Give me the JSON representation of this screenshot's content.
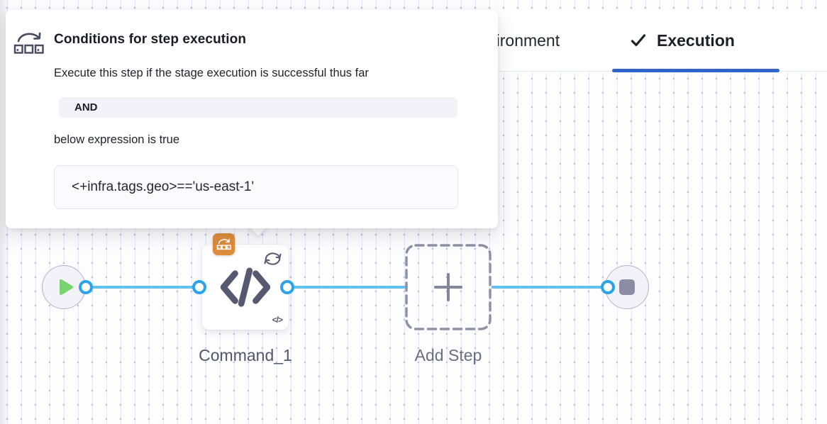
{
  "tabs": {
    "environment_label": "Environment",
    "execution_label": "Execution",
    "active_tab": "Execution"
  },
  "popover": {
    "title": "Conditions for step execution",
    "description": "Execute this step if the stage execution is successful thus far",
    "operator_label": "AND",
    "expression_caption": "below expression is true",
    "expression_value": "<+infra.tags.geo>=='us-east-1'"
  },
  "pipeline": {
    "step_label": "Command_1",
    "add_step_label": "Add Step",
    "mini_code_glyph": "</>"
  },
  "colors": {
    "tab_underline_blue": "#3064CA",
    "connector_blue": "#60C3EF",
    "port_ring_blue": "#2AA3E9",
    "badge_orange": "#DD8C3C",
    "play_green": "#77D46F",
    "node_slate": "#565970",
    "operator_chip_bg": "#F2F2F8",
    "expression_field_bg": "#FBFBFE"
  }
}
